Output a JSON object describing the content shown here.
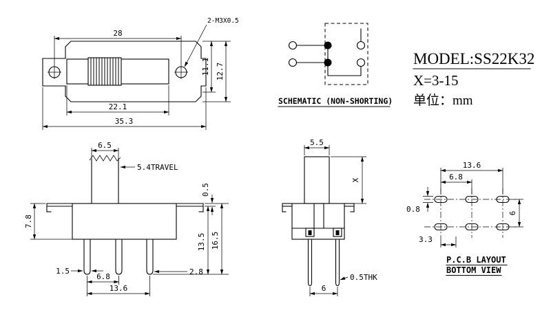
{
  "colors": {
    "line": "#000000",
    "background": "#ffffff",
    "text": "#000000"
  },
  "title_block": {
    "model": "MODEL:SS22K32",
    "x_spec": "X=3-15",
    "unit": "单位：mm"
  },
  "schematic": {
    "caption": "SCHEMATIC (NON-SHORTING)"
  },
  "top_view": {
    "dim_hole_pitch": "28",
    "thread_callout": "2-M3X0.5",
    "dim_height_inner": "11.1",
    "dim_height_overall": "12.7",
    "dim_slot_length": "22.1",
    "dim_length_overall": "35.3"
  },
  "front_view": {
    "dim_knob_width": "6.5",
    "dim_travel": "5.4TRAVEL",
    "dim_bracket_thickness": "0.5",
    "dim_body_height": "7.8",
    "dim_pin_depth": "13.5",
    "dim_height_overall": "16.5",
    "dim_pin_width": "1.5",
    "dim_pin_pitch": "6.8",
    "dim_pin_offset": "2.8",
    "dim_pin_span": "13.6"
  },
  "side_view": {
    "dim_knob_depth": "5.5",
    "dim_actuator_height": "X",
    "dim_pin_pitch": "6",
    "dim_pin_thickness": "0.5THK"
  },
  "pcb": {
    "caption_line1": "P.C.B LAYOUT",
    "caption_line2": "BOTTOM VIEW",
    "dim_pad_span": "13.6",
    "dim_pad_pitch": "6.8",
    "dim_hole_width": "0.8",
    "dim_row_pitch": "6",
    "dim_offset": "3.3"
  }
}
